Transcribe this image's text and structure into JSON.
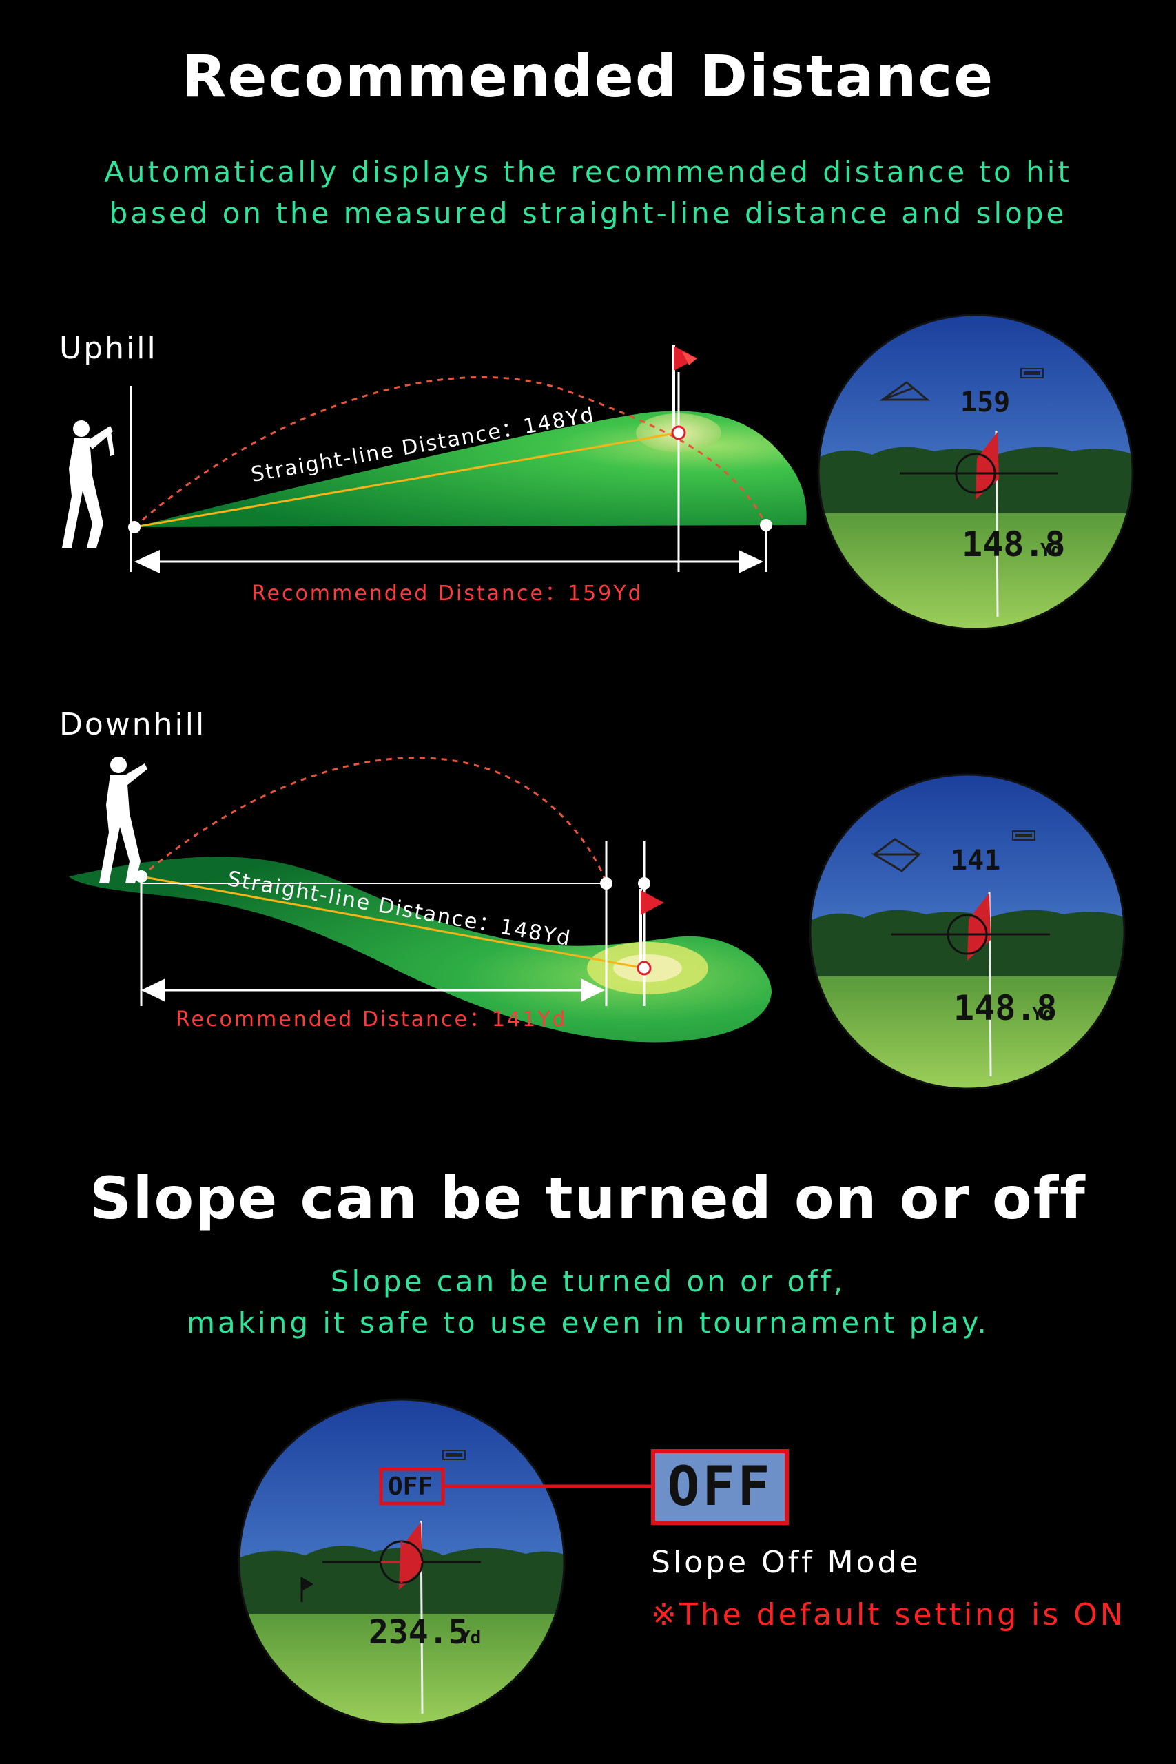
{
  "section1": {
    "title": "Recommended Distance",
    "subtitle_line1": "Automatically displays the recommended distance to hit",
    "subtitle_line2": "based on the measured straight-line distance and slope"
  },
  "uphill": {
    "label": "Uphill",
    "straight_line": "Straight-line Distance：148Yd",
    "recommended": "Recommended Distance：159Yd",
    "scope_top": "159",
    "scope_bottom": "148.8",
    "scope_unit": "Yd"
  },
  "downhill": {
    "label": "Downhill",
    "straight_line": "Straight-line Distance：148Yd",
    "recommended": "Recommended Distance：141Yd",
    "scope_top": "141",
    "scope_bottom": "148.8",
    "scope_unit": "Yd"
  },
  "section2": {
    "title": "Slope can be turned on or off",
    "subtitle_line1": "Slope can be turned on or off,",
    "subtitle_line2": "making it safe to use even in tournament play."
  },
  "slope_off": {
    "scope_top": "OFF",
    "scope_bottom": "234.5",
    "scope_unit": "Yd",
    "callout": "OFF",
    "mode_label": "Slope Off Mode",
    "note": "※The default setting is ON"
  },
  "colors": {
    "accent_green": "#2fe39a",
    "warning_red": "#ff2222",
    "fairway": "#1faa3a"
  }
}
